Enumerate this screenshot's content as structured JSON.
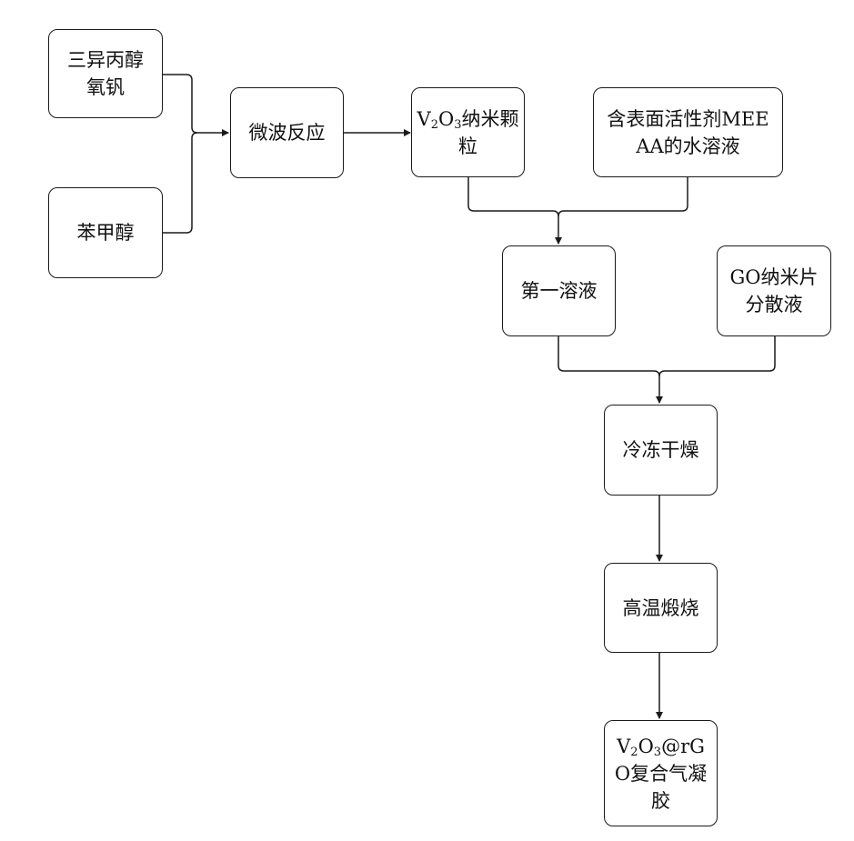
{
  "title": "V2O3@rGO复合气凝胶制备流程图",
  "nodes": {
    "triisopropoxy": {
      "line1": "三异丙醇",
      "line2": "氧钒"
    },
    "benzyl_alcohol": {
      "label": "苯甲醇"
    },
    "microwave": {
      "label": "微波反应"
    },
    "v2o3_particles": {
      "formula_v": "V",
      "sub1": "2",
      "formula_o": "O",
      "sub2": "3",
      "rest1": "纳米颗",
      "line2": "粒"
    },
    "surfactant": {
      "line1": "含表面活性剂MEE",
      "line2": "AA的水溶液"
    },
    "first_solution": {
      "label": "第一溶液"
    },
    "go_dispersion": {
      "line1": "GO纳米片",
      "line2": "分散液"
    },
    "freeze_dry": {
      "label": "冷冻干燥"
    },
    "calcination": {
      "label": "高温煅烧"
    },
    "product": {
      "formula_v": "V",
      "sub1": "2",
      "formula_o": "O",
      "sub2": "3",
      "rest1": "@rG",
      "line2": "O复合气凝",
      "line3": "胶"
    }
  },
  "edges": [
    {
      "from": "triisopropoxy",
      "to": "microwave"
    },
    {
      "from": "benzyl_alcohol",
      "to": "microwave"
    },
    {
      "from": "microwave",
      "to": "v2o3_particles"
    },
    {
      "from": "v2o3_particles",
      "to": "first_solution"
    },
    {
      "from": "surfactant",
      "to": "first_solution"
    },
    {
      "from": "first_solution",
      "to": "freeze_dry"
    },
    {
      "from": "go_dispersion",
      "to": "freeze_dry"
    },
    {
      "from": "freeze_dry",
      "to": "calcination"
    },
    {
      "from": "calcination",
      "to": "product"
    }
  ],
  "colors": {
    "stroke": "#1a1a1a",
    "background": "#ffffff"
  }
}
